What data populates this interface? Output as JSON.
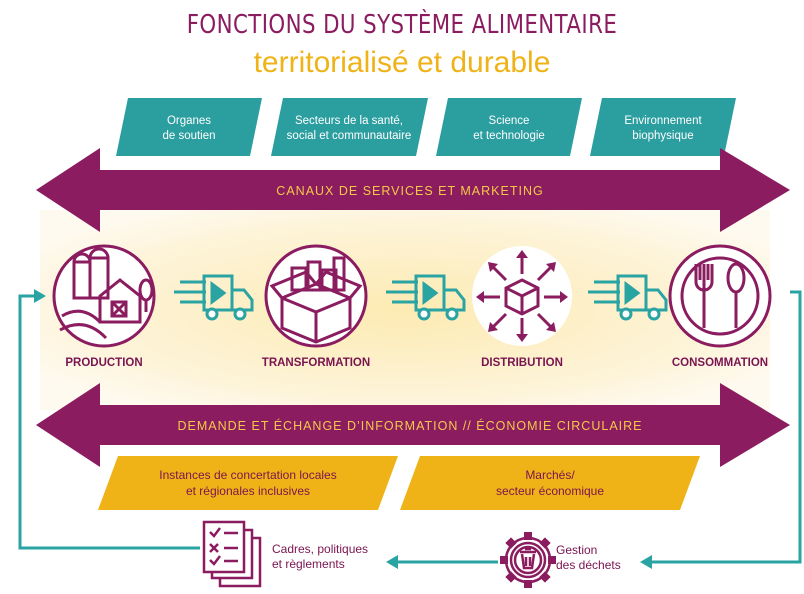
{
  "title": {
    "line1": "FONCTIONS DU SYSTÈME ALIMENTAIRE",
    "line2": "territorialisé et durable"
  },
  "support_boxes": [
    {
      "line1": "Organes",
      "line2": "de soutien"
    },
    {
      "line1": "Secteurs de la santé,",
      "line2": "social et communautaire"
    },
    {
      "line1": "Science",
      "line2": "et technologie"
    },
    {
      "line1": "Environnement",
      "line2": "biophysique"
    }
  ],
  "top_band": "CANAUX DE SERVICES ET MARKETING",
  "bottom_band": "DEMANDE ET ÉCHANGE D’INFORMATION // ÉCONOMIE CIRCULAIRE",
  "stages": [
    {
      "label": "PRODUCTION",
      "icon": "farm-icon"
    },
    {
      "label": "TRANSFORMATION",
      "icon": "boxes-icon"
    },
    {
      "label": "DISTRIBUTION",
      "icon": "distribution-cube-icon"
    },
    {
      "label": "CONSOMMATION",
      "icon": "plate-cutlery-icon"
    }
  ],
  "gold_boxes": [
    {
      "line1": "Instances de concertation locales",
      "line2": "et régionales inclusives"
    },
    {
      "line1": "Marchés/",
      "line2": "secteur économique"
    }
  ],
  "bottom_items": [
    {
      "line1": "Cadres, politiques",
      "line2": "et règlements",
      "icon": "checklist-icon"
    },
    {
      "line1": "Gestion",
      "line2": "des déchets",
      "icon": "trash-gear-icon"
    }
  ],
  "colors": {
    "purple": "#8a1c5f",
    "teal": "#2aa3a3",
    "gold": "#f0b317",
    "cream": "#fdf1cf"
  }
}
